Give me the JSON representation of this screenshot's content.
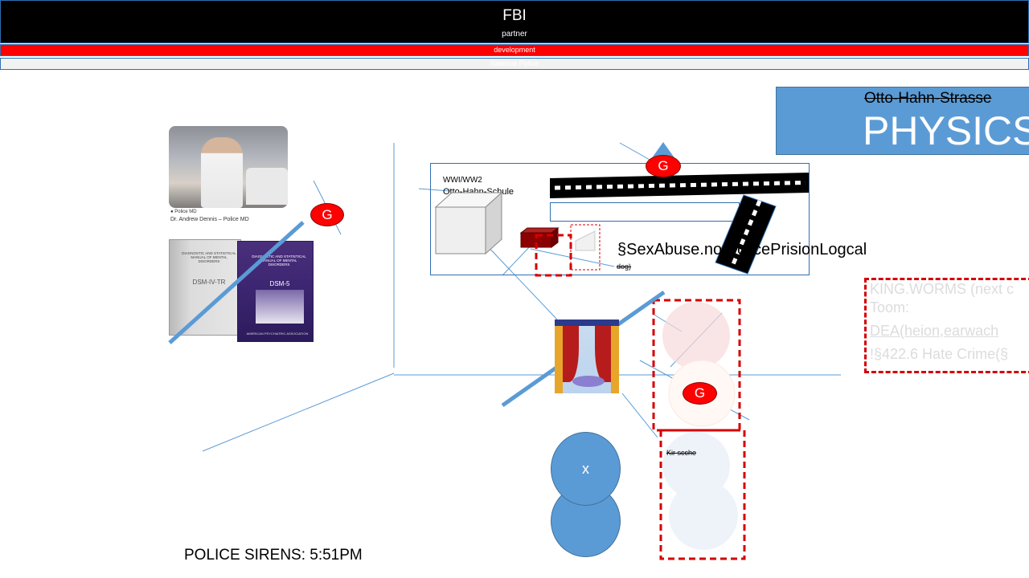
{
  "header": {
    "title": "FBI",
    "subtitle": "partner",
    "red_banner": "development",
    "white_banner": "National Police"
  },
  "physics": {
    "subtitle": "Otto-Hahn-Strasse",
    "title": "PHYSICS"
  },
  "photo": {
    "caption_small": "● Police MD",
    "caption": "Dr. Andrew Dennis – Police MD"
  },
  "books": {
    "book1_title": "DIAGNOSTIC AND STATISTICAL MANUAL OF MENTAL DISORDERS",
    "book1_edition": "DSM-IV-TR",
    "book2_title": "DIAGNOSTIC AND STATISTICAL MANUAL OF MENTAL DISORDERS",
    "book2_edition": "DSM-5",
    "book2_publisher": "AMERICAN PSYCHIATRIC ASSOCIATION"
  },
  "frame": {
    "label_war": "WWI/WW2",
    "label_school": "Otto-Hahn-Schule",
    "link_text": "§SexAbuse.no/PolicePrisionLogcal",
    "strike_text": "dog)"
  },
  "badges": {
    "g_label": "G"
  },
  "notes": {
    "line1": "KING.WORMS (next c",
    "line2": "Toom:",
    "line3": "DEA(heion,earwach",
    "line4": "!§422.6 Hate Crime(§"
  },
  "circles": {
    "x_label": "x",
    "kir_label": "Kir scche"
  },
  "footer": {
    "sirens": "POLICE SIRENS: 5:51PM"
  },
  "colors": {
    "accent_blue": "#5b9bd5",
    "alert_red": "#ff0000",
    "dashed_red": "#d40000",
    "header_black": "#000000"
  }
}
